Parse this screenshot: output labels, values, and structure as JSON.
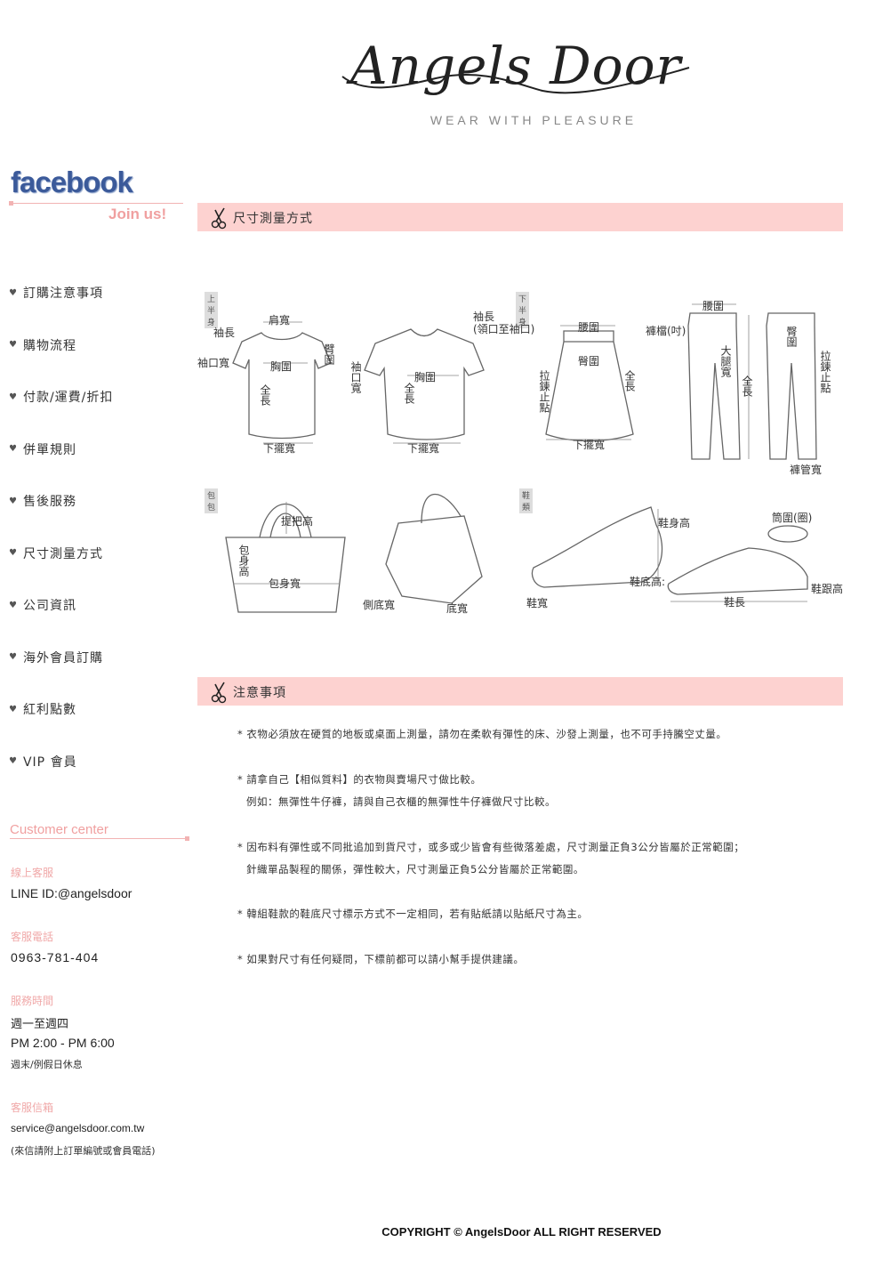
{
  "brand": {
    "name": "Angels Door",
    "tagline": "WEAR WITH PLEASURE"
  },
  "sidebar": {
    "facebook": {
      "logo_text": "facebook",
      "join": "Join us!"
    },
    "menu": [
      "訂購注意事項",
      "購物流程",
      "付款/運費/折扣",
      "併單規則",
      "售後服務",
      "尺寸測量方式",
      "公司資訊",
      "海外會員訂購",
      "紅利點數",
      "VIP 會員"
    ],
    "customer_center": {
      "title": "Customer center",
      "line_label": "線上客服",
      "line_value": "LINE ID:@angelsdoor",
      "phone_label": "客服電話",
      "phone_value": "0963-781-404",
      "hours_label": "服務時間",
      "hours_days": "週一至週四",
      "hours_time": "PM 2:00 - PM 6:00",
      "hours_note": "週末/例假日休息",
      "mail_label": "客服信箱",
      "mail_value": "service@angelsdoor.com.tw",
      "mail_note": "(來信請附上訂單編號或會員電話)"
    }
  },
  "sections": {
    "measure_title": "尺寸測量方式",
    "notes_title": "注意事項"
  },
  "diagram": {
    "tags": {
      "top": "上半身",
      "bottom": "下半身",
      "bag": "包包",
      "shoes": "鞋類"
    },
    "labels": {
      "sleeve_len": "袖長",
      "shoulder": "肩寬",
      "arm": "臂圍",
      "cuff": "袖口寬",
      "chest": "胸圍",
      "length": "全長",
      "hem": "下擺寬",
      "sleeve_len2": "袖長",
      "sleeve_len2_note": "(領口至袖口)",
      "cuff2": "袖口寬",
      "chest2": "胸圍",
      "length2": "全長",
      "hem2": "下擺寬",
      "waist": "腰圍",
      "hip": "臀圍",
      "zip": "拉鍊止點",
      "skirt_len": "全長",
      "skirt_hem": "下擺寬",
      "pants_waist": "腰圍",
      "rise": "褲檔(吋)",
      "thigh": "大腿寬",
      "pants_len": "全長",
      "pants_hip": "臀圍",
      "pants_zip": "拉鍊止點",
      "leg": "褲管寬",
      "handle": "提把高",
      "bag_height": "包身高",
      "bag_width": "包身寬",
      "side_bottom": "側底寬",
      "bottom_width": "底寬",
      "shoe_body": "鞋身高",
      "sole_height": "鞋底高:",
      "shoe_width": "鞋寬",
      "shaft": "筒圍(圈)",
      "heel": "鞋跟高",
      "shoe_len": "鞋長"
    }
  },
  "notes": [
    "* 衣物必須放在硬質的地板或桌面上測量，請勿在柔軟有彈性的床、沙發上測量，也不可手持騰空丈量。",
    "* 請拿自己【相似質料】的衣物與賣場尺寸做比較。",
    "例如：無彈性牛仔褲，請與自己衣櫃的無彈性牛仔褲做尺寸比較。",
    "* 因布料有彈性或不同批追加到貨尺寸，或多或少皆會有些微落差處，尺寸測量正負3公分皆屬於正常範圍；",
    "針織單品製程的關係，彈性較大，尺寸測量正負5公分皆屬於正常範圍。",
    "* 韓組鞋款的鞋底尺寸標示方式不一定相同，若有貼紙請以貼紙尺寸為主。",
    "* 如果對尺寸有任何疑問，下標前都可以請小幫手提供建議。"
  ],
  "footer": "COPYRIGHT © AngelsDoor ALL RIGHT RESERVED",
  "colors": {
    "accent_pink": "#fdd2d0",
    "label_pink": "#f0a0a0",
    "facebook_blue": "#3b5a9a"
  }
}
